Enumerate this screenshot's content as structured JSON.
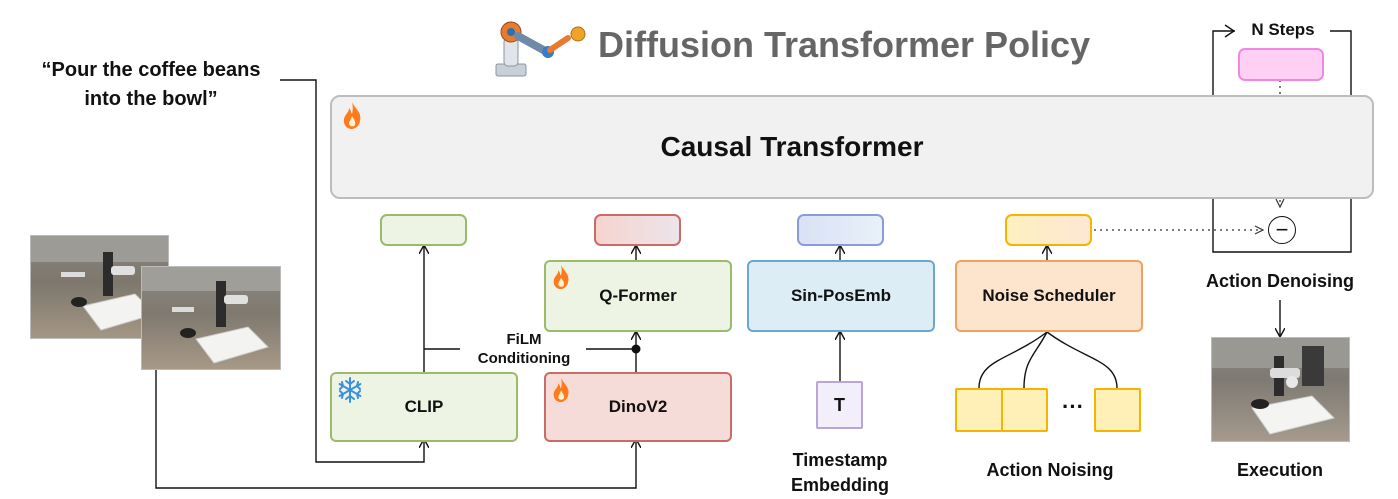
{
  "title": "Diffusion Transformer Policy",
  "instruction": {
    "quote_open": "“Pour the coffee beans",
    "line2": "into the bowl”"
  },
  "transformer": {
    "label": "Causal Transformer"
  },
  "modules": {
    "clip": "CLIP",
    "dinov2": "DinoV2",
    "qformer": "Q-Former",
    "sinpos": "Sin-PosEmb",
    "noise_scheduler": "Noise Scheduler"
  },
  "film": {
    "line1": "FiLM",
    "line2": "Conditioning"
  },
  "timestamp": {
    "token": "T",
    "line1": "Timestamp",
    "line2": "Embedding"
  },
  "noising": {
    "ellipsis": "···",
    "label": "Action Noising"
  },
  "denoise": {
    "steps": "N Steps",
    "label": "Action Denoising",
    "minus": "−"
  },
  "execution": {
    "label": "Execution"
  },
  "colors": {
    "clip_fill": "#eef4e4",
    "clip_border": "#9bbb6a",
    "dino_fill": "#f6dcd8",
    "dino_border": "#c96b66",
    "sin_fill": "#dcedf6",
    "sin_border": "#6aa9cf",
    "noise_fill": "#fde4cd",
    "noise_border": "#f0a060",
    "action_fill": "#fff0b8",
    "action_border": "#f4b400",
    "pink_fill": "#ffd0f4",
    "pink_border": "#ef88e3",
    "transformer_fill": "#f1f1f1",
    "transformer_border": "#bdbdbd"
  }
}
